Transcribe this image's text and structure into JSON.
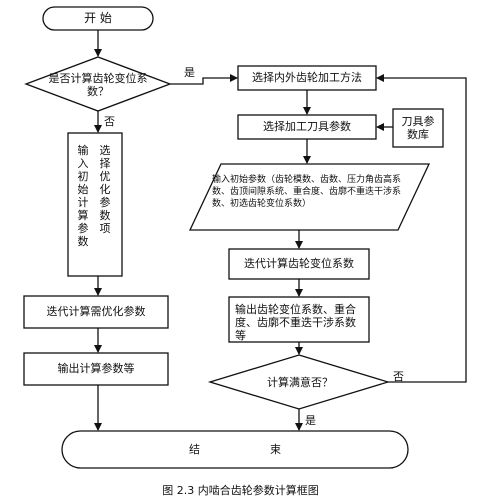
{
  "nodes": {
    "start": "开    始",
    "decision_modify": "是否计算齿轮变位系数？",
    "input_initial": "输入初始计算参数",
    "select_optimize": "选择优化参数项",
    "iter_optimize": "迭代计算需优化参数",
    "output_params": "输出计算参数等",
    "select_method": "选择内外齿轮加工方法",
    "select_tool": "选择加工刀具参数",
    "tool_db": "刀具参数库",
    "input_initial_right": "输入初始参数（齿轮模数、齿数、压力角齿高系数、齿顶间隙系统、重合度、齿廓不重迭干涉系数、初选齿轮变位系数）",
    "iter_modify": "迭代计算齿轮变位系数",
    "output_modify": "输出齿轮变位系数、重合度、齿廓不重迭干涉系数等",
    "decision_satisfied": "计算满意否？",
    "end": "结                    束"
  },
  "edges": {
    "yes_1": "是",
    "no_1": "否",
    "no_2": "否",
    "yes_2": "是"
  },
  "caption": "图 2.3  内啮合齿轮参数计算框图"
}
